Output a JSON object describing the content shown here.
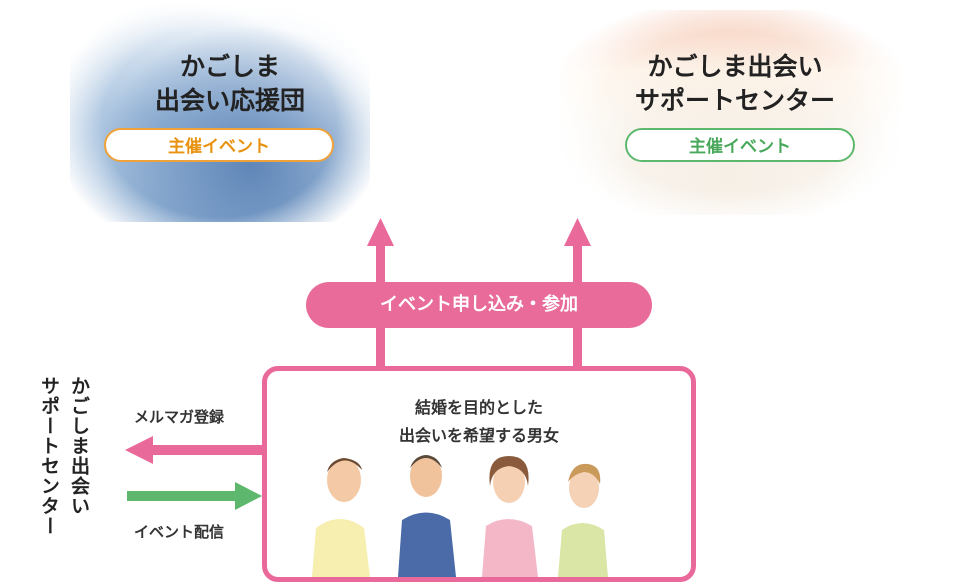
{
  "top_left": {
    "title_lines": [
      "かごしま",
      "出会い応援団"
    ],
    "badge": "主催イベント"
  },
  "top_right": {
    "title_lines": [
      "かごしま出会い",
      "サポートセンター"
    ],
    "badge": "主催イベント"
  },
  "flow": {
    "join_label": "イベント申し込み・参加",
    "mailmag_label": "メルマガ登録",
    "event_delivery_label": "イベント配信"
  },
  "left_org": {
    "col1": "かごしま出会い",
    "col2": "サポートセンター"
  },
  "target": {
    "lines": [
      "結婚を目的とした",
      "出会いを希望する男女"
    ]
  },
  "colors": {
    "pink": "#e8699a",
    "green": "#5db86e",
    "orange": "#f0a23a"
  },
  "icons": [
    "city-illustration",
    "party-illustration",
    "people-illustration",
    "arrow-up-icon",
    "arrow-left-icon",
    "arrow-right-icon"
  ]
}
